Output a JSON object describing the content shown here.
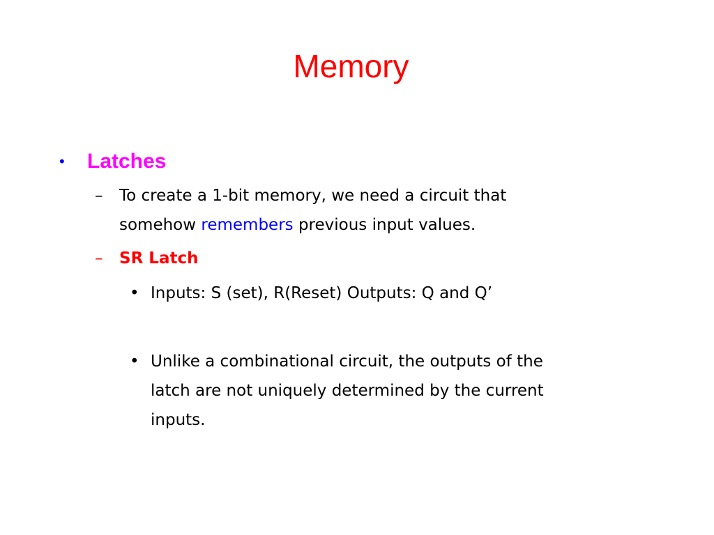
{
  "slide": {
    "title": "Memory",
    "colors": {
      "title": "#ff0000",
      "level1_bullet": "#0000ff",
      "level1_text": "#ff00ff",
      "highlight": "#0000ff",
      "sr_latch": "#ff0000"
    },
    "level1": {
      "marker": "•",
      "label": "Latches"
    },
    "item1": {
      "marker": "–",
      "line1": "To create a 1-bit memory, we need a circuit that",
      "line2_before": "somehow ",
      "line2_highlight": "remembers",
      "line2_after": " previous input values."
    },
    "item2": {
      "marker": "–",
      "label": "SR Latch"
    },
    "sub_items": [
      {
        "marker": "•",
        "lines": [
          "Inputs: S (set), R(Reset)  Outputs: Q and Q’"
        ]
      },
      {
        "marker": "•",
        "lines": [
          "Unlike a combinational circuit, the outputs of the",
          "latch are not uniquely determined by the current",
          "inputs."
        ]
      }
    ]
  }
}
